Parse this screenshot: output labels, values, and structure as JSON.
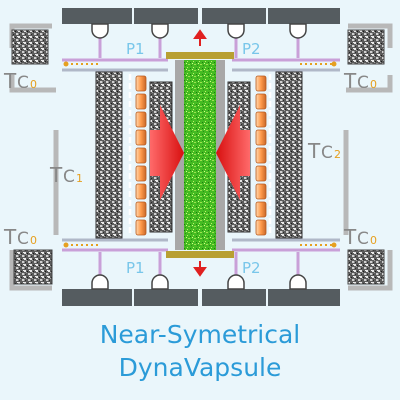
{
  "title_line1": "Near-Symetrical",
  "title_line2": "DynaVapsule",
  "labels": {
    "p1_top": "P1",
    "p2_top": "P2",
    "p1_bottom": "P1",
    "p2_bottom": "P2",
    "tc0_t": "T",
    "tc0_c": "C",
    "tc0_sub": "0",
    "tc1_t": "T",
    "tc1_c": "C",
    "tc1_sub": "1",
    "tc2_t": "T",
    "tc2_c": "C",
    "tc2_sub": "2"
  },
  "colors": {
    "background": "#eaf6fb",
    "caption": "#2b9bd8",
    "p_labels": "#78c6ea",
    "tc_labels": "#888888",
    "sub_labels": "#e6a020",
    "center_column": "#44bb22",
    "arrows": "#e02020",
    "pipes": "#c9a0d8",
    "rails": "#b8a032"
  }
}
